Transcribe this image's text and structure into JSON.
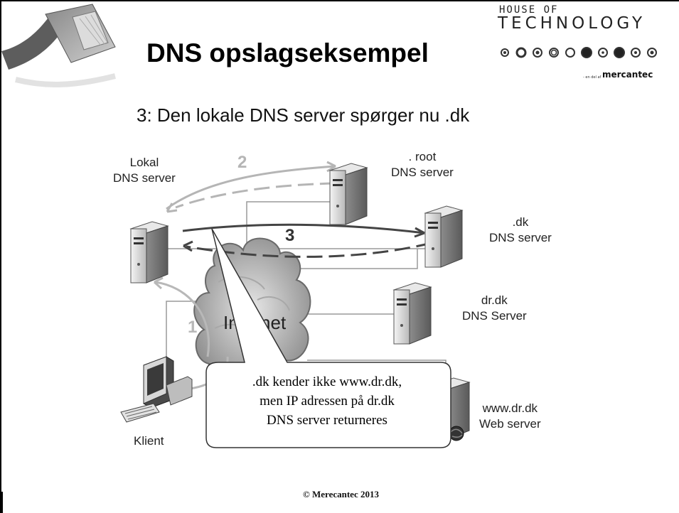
{
  "slide": {
    "title": "DNS opslagseksempel",
    "subtitle": "3: Den lokale DNS server spørger nu .dk",
    "footer": "© Merecantec 2013"
  },
  "logo": {
    "top": "HOUSE OF",
    "main": "TECHNOLOGY",
    "sub": "- en del af",
    "brand": "mercantec"
  },
  "nodes": {
    "local": "Lokal\nDNS server",
    "root": ". root\nDNS server",
    "dk": ".dk\nDNS server",
    "drdk": "dr.dk\nDNS Server",
    "www": "www.dr.dk\nWeb server",
    "client": "Klient"
  },
  "cloud_label": "Internet",
  "steps": [
    "1",
    "2",
    "3"
  ],
  "callout": ".dk kender ikke www.dr.dk,\nmen IP adressen på dr.dk\nDNS server returneres"
}
